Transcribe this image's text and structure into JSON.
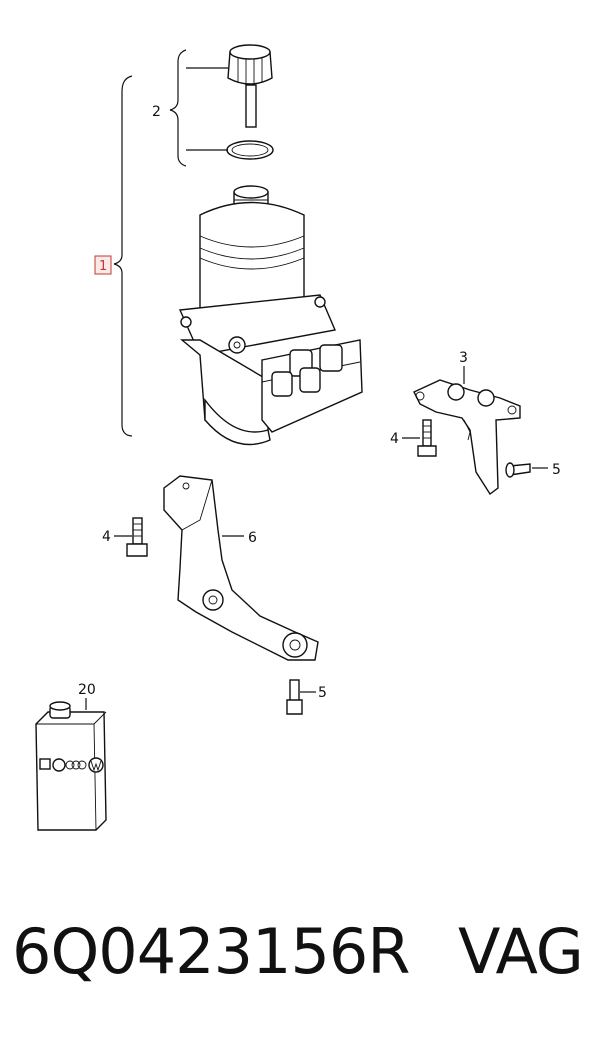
{
  "callouts": {
    "c1": "1",
    "c2": "2",
    "c3": "3",
    "c4a": "4",
    "c4b": "4",
    "c5a": "5",
    "c5b": "5",
    "c6": "6",
    "c20": "20"
  },
  "footer": {
    "part_number": "6Q0423156R",
    "brand": "VAG"
  },
  "icons": [
    "reservoir-pump-icon",
    "bracket-icon",
    "bolt-icon",
    "oil-can-icon",
    "vw-logo-icon",
    "audi-rings-icon"
  ]
}
